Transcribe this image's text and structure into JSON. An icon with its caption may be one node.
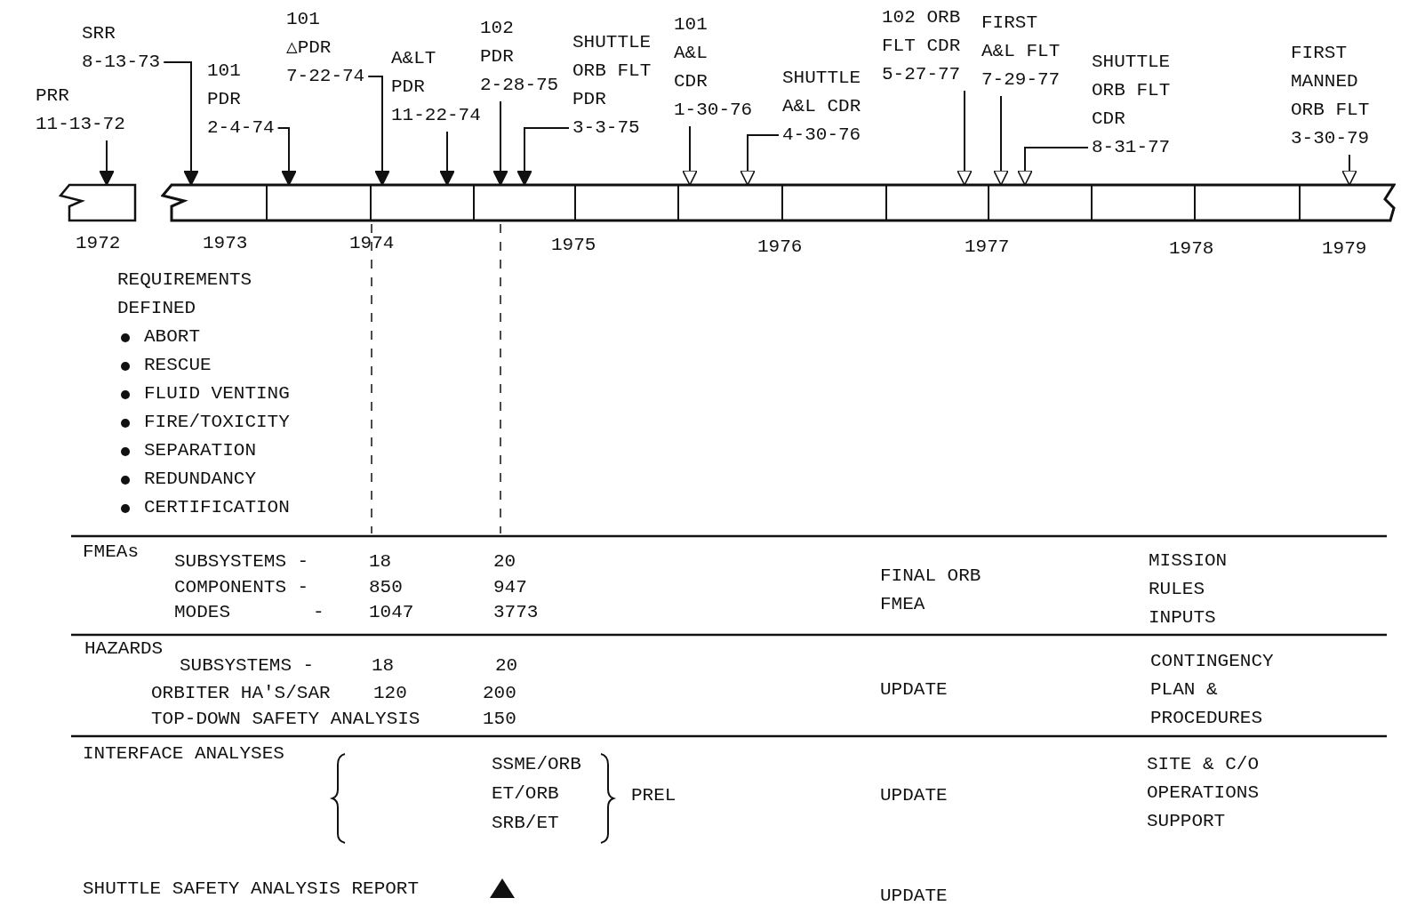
{
  "diagram": {
    "nodes": [
      {
        "text": [
          "PRR 11-13-72"
        ]
      },
      {
        "text": [
          "SRR 8-13-73"
        ]
      },
      {
        "text": [
          "101 PDR 2-4-74"
        ]
      },
      {
        "text": [
          "101 △PDR 7-22-74"
        ]
      },
      {
        "text": [
          "A&LT PDR 11-22-74"
        ]
      },
      {
        "text": [
          "102 PDR 2-28-75"
        ]
      },
      {
        "text": [
          "SHUTTLE ORB FLT PDR 3-3-75"
        ]
      },
      {
        "text": [
          "101 A&L CDR 1-30-76"
        ]
      },
      {
        "text": [
          "SHUTTLE A&L CDR 4-30-76"
        ]
      },
      {
        "text": [
          "102 ORB FLT CDR 5-27-77"
        ]
      },
      {
        "text": [
          "FIRST A&L FLT 7-29-77"
        ]
      },
      {
        "text": [
          "SHUTTLE ORB FLT CDR 8-31-77"
        ]
      },
      {
        "text": [
          "FIRST MANNED ORB FLT 3-30-79"
        ]
      },
      {
        "text": [],
        "shape": "bar"
      },
      {
        "text": [],
        "shape": "bar"
      }
    ],
    "edges": [
      {
        "from": 0,
        "to": 13,
        "arrow": "to"
      },
      {
        "from": 1,
        "to": 14,
        "arrow": "to"
      },
      {
        "from": 2,
        "to": 14,
        "arrow": "to"
      },
      {
        "from": 3,
        "to": 14,
        "arrow": "to"
      },
      {
        "from": 4,
        "to": 14,
        "arrow": "to"
      },
      {
        "from": 5,
        "to": 14,
        "arrow": "to"
      },
      {
        "from": 6,
        "to": 14,
        "arrow": "to"
      },
      {
        "from": 7,
        "to": 14,
        "arrow": "to"
      },
      {
        "from": 8,
        "to": 14,
        "arrow": "to"
      },
      {
        "from": 9,
        "to": 14,
        "arrow": "to"
      },
      {
        "from": 10,
        "to": 14,
        "arrow": "to"
      },
      {
        "from": 11,
        "to": 14,
        "arrow": "to"
      },
      {
        "from": 12,
        "to": 14,
        "arrow": "to"
      }
    ],
    "labels": [
      "1972",
      "1973",
      "1974",
      "1975",
      "1976",
      "1977",
      "1978",
      "1979",
      "REQUIREMENTS DEFINED",
      "ABORT",
      "RESCUE",
      "FLUID VENTING",
      "FIRE/TOXICITY",
      "SEPARATION",
      "REDUNDANCY",
      "CERTIFICATION",
      "FMEAs",
      "SUBSYSTEMS -",
      "18",
      "20",
      "COMPONENTS -",
      "850",
      "947",
      "MODES",
      "-",
      "1047",
      "3773",
      "FINAL ORB FMEA",
      "MISSION RULES INPUTS",
      "HAZARDS",
      "SUBSYSTEMS -",
      "18",
      "20",
      "ORBITER HA'S/SAR",
      "120",
      "200",
      "TOP-DOWN SAFETY ANALYSIS",
      "150",
      "UPDATE",
      "CONTINGENCY PLAN & PROCEDURES",
      "INTERFACE ANALYSES",
      "SSME/ORB",
      "ET/ORB",
      "SRB/ET",
      "PREL",
      "UPDATE",
      "SITE & C/O OPERATIONS SUPPORT",
      "SHUTTLE SAFETY ANALYSIS REPORT",
      "UPDATE"
    ]
  }
}
